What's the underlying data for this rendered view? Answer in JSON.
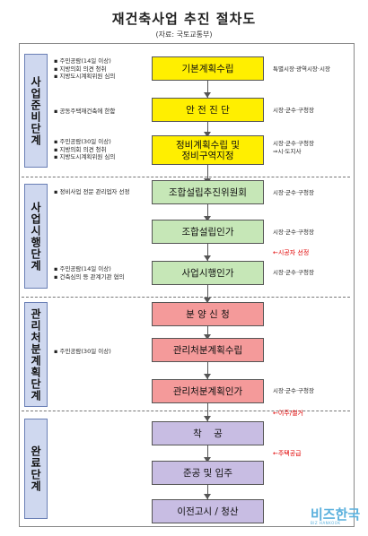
{
  "title": "재건축사업 추진 절차도",
  "source": "(자료: 국토교통부)",
  "phases": [
    {
      "label": "사업준비단계"
    },
    {
      "label": "사업시행단계"
    },
    {
      "label": "관리처분계획단계"
    },
    {
      "label": "완료단계"
    }
  ],
  "steps": [
    {
      "label": "기본계획수립",
      "responsible": "특별시장·광역시장·시장"
    },
    {
      "label": "안 전 진 단",
      "responsible": "시장·군수·구청장"
    },
    {
      "label": "정비계획수립 및\n정비구역지정",
      "responsible": "시장·군수·구청장\n⇒시·도지사"
    },
    {
      "label": "조합설립추진위원회",
      "responsible": "시장·군수·구청장"
    },
    {
      "label": "조합설립인가",
      "responsible": "시장·군수·구청장"
    },
    {
      "label": "사업시행인가",
      "responsible": "시장·군수·구청장"
    },
    {
      "label": "분 양 신 청",
      "responsible": ""
    },
    {
      "label": "관리처분계획수립",
      "responsible": ""
    },
    {
      "label": "관리처분계획인가",
      "responsible": "시장·군수·구청장"
    },
    {
      "label": "착    공",
      "responsible": ""
    },
    {
      "label": "준공 및 입주",
      "responsible": ""
    },
    {
      "label": "이전고시 / 청산",
      "responsible": ""
    }
  ],
  "notes": {
    "basic_plan": [
      "▪ 주민공람(14일 이상)",
      "▪ 지방의회 의견 청취",
      "▪ 지방도시계획위원 심의"
    ],
    "safety": [
      "▪ 공동주택재건축에 한함"
    ],
    "zone": [
      "▪ 주민공람(30일 이상)",
      "▪ 지방의회 의견 청취",
      "▪ 지방도시계획위원 심의"
    ],
    "committee": [
      "▪ 정비사업 전문 관리업자 선정"
    ],
    "implementation": [
      "▪ 주민공람(14일 이상)",
      "▪ 건축심의 등 관계기관 협의"
    ],
    "management": [
      "▪ 주민공람(30일 이상)"
    ]
  },
  "red_notes": {
    "contractor": "←시공자 선정",
    "relocation": "←이주/철거",
    "housing": "←주택공급"
  },
  "watermark": {
    "main": "비즈한국",
    "sub": "BIZ HANKOOK"
  }
}
